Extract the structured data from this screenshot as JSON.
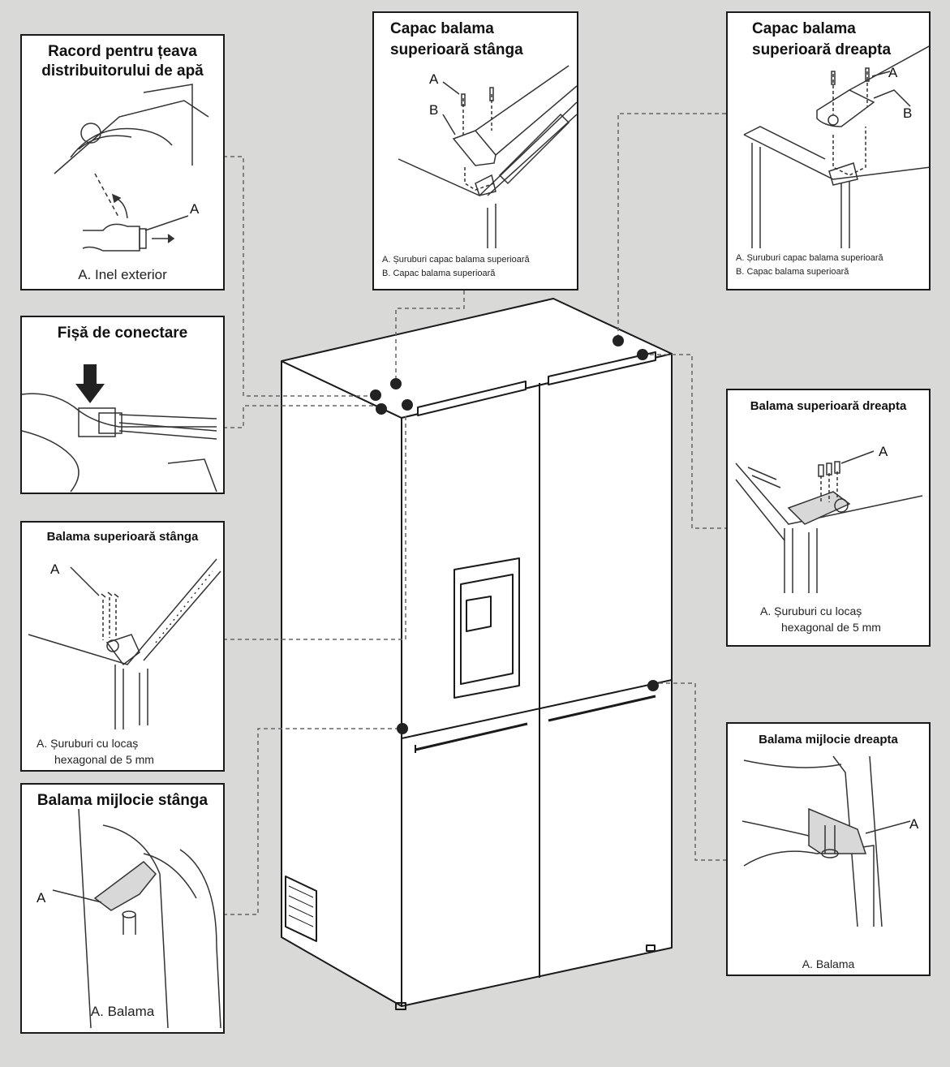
{
  "panels": {
    "water": {
      "title_1": "Racord pentru țeava",
      "title_2": "distribuitorului de apă",
      "letter_a": "A",
      "legend": "A. Inel exterior"
    },
    "plug": {
      "title": "Fișă de conectare"
    },
    "top_hinge_left": {
      "title": "Balama superioară stânga",
      "letter_a": "A",
      "legend_1": "A. Șuruburi cu locaș",
      "legend_2": "hexagonal de 5 mm"
    },
    "mid_hinge_left": {
      "title": "Balama mijlocie stânga",
      "letter_a": "A",
      "legend": "A. Balama"
    },
    "cover_left": {
      "title_1": "Capac balama",
      "title_2": "superioară stânga",
      "letter_a": "A",
      "letter_b": "B",
      "legend_1": "A. Șuruburi capac balama superioară",
      "legend_2": "B. Capac balama superioară"
    },
    "cover_right": {
      "title_1": "Capac balama",
      "title_2": "superioară dreapta",
      "letter_a": "A",
      "letter_b": "B",
      "legend_1": "A. Șuruburi capac balama superioară",
      "legend_2": "B. Capac balama superioară"
    },
    "top_hinge_right": {
      "title": "Balama superioară dreapta",
      "letter_a": "A",
      "legend_1": "A. Șuruburi cu locaș",
      "legend_2": "hexagonal de 5 mm"
    },
    "mid_hinge_right": {
      "title": "Balama mijlocie dreapta",
      "letter_a": "A",
      "legend": "A. Balama"
    }
  },
  "colors": {
    "background": "#d9d9d7",
    "panel": "#ffffff",
    "line": "#1a1a1a",
    "callout": "#666666"
  }
}
